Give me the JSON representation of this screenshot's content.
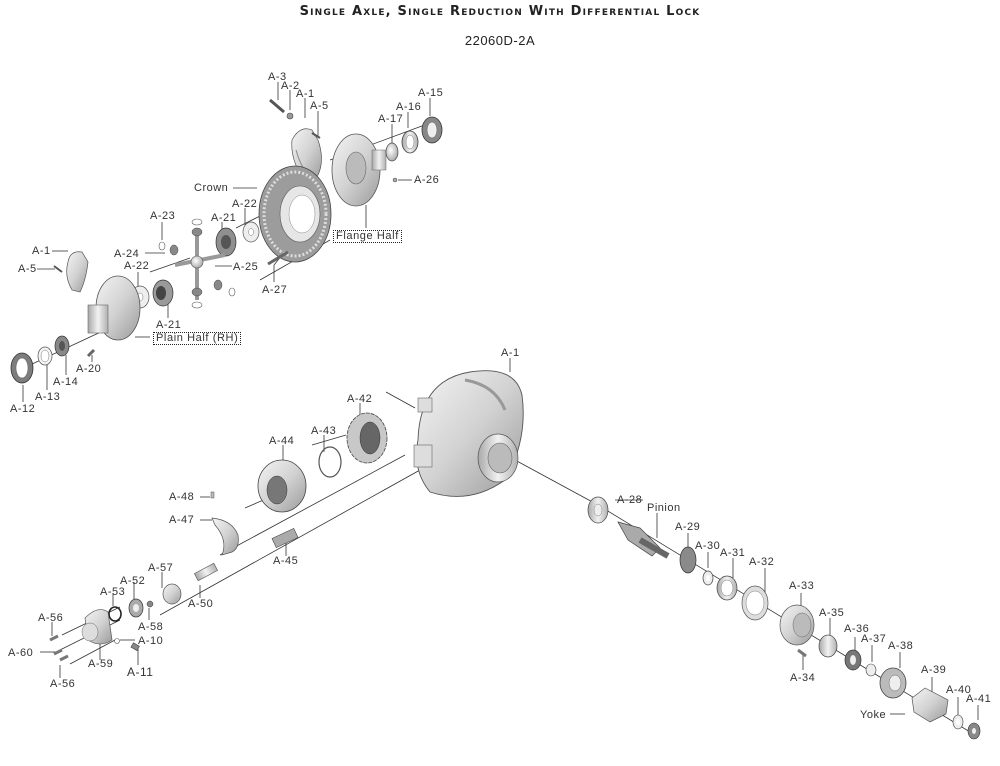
{
  "header": {
    "title": "Single Axle, Single Reduction With Differential Lock",
    "model_code": "22060D-2A"
  },
  "colors": {
    "line": "#333333",
    "part_light": "#e6e6e6",
    "part_mid": "#bdbdbd",
    "part_dark": "#8a8a8a"
  },
  "links": {
    "flange_half": "Flange Half",
    "plain_half": "Plain Half (RH)"
  },
  "labels": {
    "a3": "A-3",
    "a2": "A-2",
    "a1_top": "A-1",
    "a5_top": "A-5",
    "a17": "A-17",
    "a16": "A-16",
    "a15": "A-15",
    "a26": "A-26",
    "crown": "Crown",
    "a23": "A-23",
    "a22_top": "A-22",
    "a21_top": "A-21",
    "a24": "A-24",
    "a25": "A-25",
    "a27": "A-27",
    "a1_left": "A-1",
    "a5_left": "A-5",
    "a22_left": "A-22",
    "a21_bottom": "A-21",
    "a20": "A-20",
    "a14": "A-14",
    "a13": "A-13",
    "a12": "A-12",
    "a1_housing": "A-1",
    "a42": "A-42",
    "a43": "A-43",
    "a44": "A-44",
    "a48": "A-48",
    "a47": "A-47",
    "a45": "A-45",
    "a57": "A-57",
    "a52": "A-52",
    "a53": "A-53",
    "a50": "A-50",
    "a58": "A-58",
    "a56_top": "A-56",
    "a10": "A-10",
    "a60": "A-60",
    "a59": "A-59",
    "a11": "A-11",
    "a56_bottom": "A-56",
    "a28": "A-28",
    "pinion": "Pinion",
    "a29": "A-29",
    "a30": "A-30",
    "a31": "A-31",
    "a32": "A-32",
    "a33": "A-33",
    "a34": "A-34",
    "a35": "A-35",
    "a36": "A-36",
    "a37": "A-37",
    "a38": "A-38",
    "a39": "A-39",
    "yoke": "Yoke",
    "a40": "A-40",
    "a41": "A-41"
  }
}
